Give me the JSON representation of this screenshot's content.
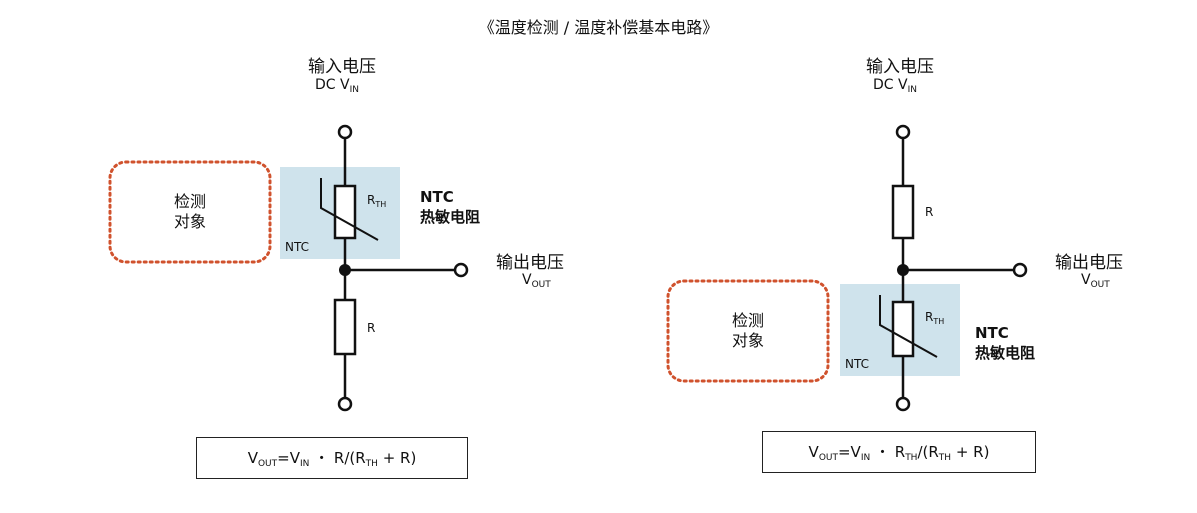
{
  "title": "《温度检测 / 温度补偿基本电路》",
  "colors": {
    "wire": "#111111",
    "ntc_bg": "#cfe3ec",
    "dotted": "#d0522d"
  },
  "left": {
    "input_label": "输入电压",
    "input_dc": "DC V",
    "input_sub": "IN",
    "output_label": "输出电压",
    "output_v": "V",
    "output_sub": "OUT",
    "object_line1": "检测",
    "object_line2": "对象",
    "ntc_box_label": "NTC",
    "rth_r": "R",
    "rth_sub": "TH",
    "r_label": "R",
    "ntc_title1": "NTC",
    "ntc_title2": "热敏电阻",
    "formula": {
      "a": "V",
      "a_sub": "OUT",
      "b": "=V",
      "b_sub": "IN",
      "c": " ・ R/(R",
      "c_sub": "TH",
      "d": " + R)"
    }
  },
  "right": {
    "input_label": "输入电压",
    "input_dc": "DC V",
    "input_sub": "IN",
    "output_label": "输出电压",
    "output_v": "V",
    "output_sub": "OUT",
    "object_line1": "检测",
    "object_line2": "对象",
    "ntc_box_label": "NTC",
    "rth_r": "R",
    "rth_sub": "TH",
    "r_label": "R",
    "ntc_title1": "NTC",
    "ntc_title2": "热敏电阻",
    "formula": {
      "a": "V",
      "a_sub": "OUT",
      "b": "=V",
      "b_sub": "IN",
      "c": " ・ R",
      "c_sub": "TH",
      "d": "/(R",
      "d_sub": "TH",
      "e": " + R)"
    }
  }
}
